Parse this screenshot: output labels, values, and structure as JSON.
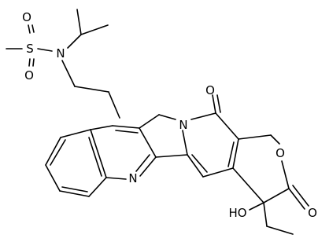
{
  "atoms": {
    "o_s1": "O",
    "s": "S",
    "o_s2": "O",
    "n_amide": "N",
    "n_ring": "N",
    "n_quin": "N",
    "o_keto1": "O",
    "o_lactone": "O",
    "o_keto2": "O",
    "hydroxyl": "HO"
  }
}
